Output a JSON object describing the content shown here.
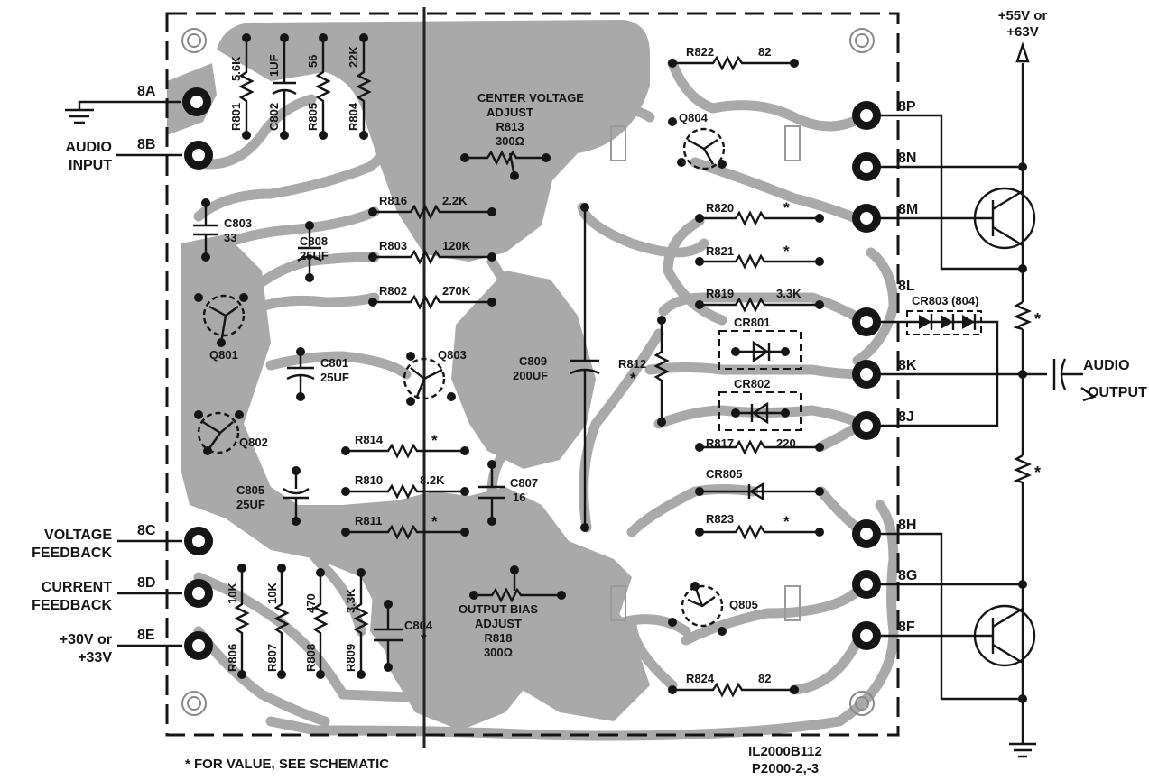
{
  "supply_top": [
    "+55V or",
    "+63V"
  ],
  "footnote": "* FOR VALUE, SEE SCHEMATIC",
  "part_number": [
    "IL2000B112",
    "P2000-2,-3"
  ],
  "left_terminals": [
    {
      "pin": "8A",
      "label": []
    },
    {
      "pin": "8B",
      "label": [
        "AUDIO",
        "INPUT"
      ]
    },
    {
      "pin": "8C",
      "label": [
        "VOLTAGE",
        "FEEDBACK"
      ]
    },
    {
      "pin": "8D",
      "label": [
        "CURRENT",
        "FEEDBACK"
      ]
    },
    {
      "pin": "8E",
      "label": [
        "+30V or",
        "+33V"
      ]
    }
  ],
  "right_terminals": [
    "8P",
    "8N",
    "8M",
    "8L",
    "8K",
    "8J",
    "8H",
    "8G",
    "8F"
  ],
  "audio_output": [
    "AUDIO",
    "OUTPUT"
  ],
  "adjust_labels": {
    "center": [
      "CENTER VOLTAGE",
      "ADJUST",
      "R813",
      "300Ω"
    ],
    "bias": [
      "OUTPUT BIAS",
      "ADJUST",
      "R818",
      "300Ω"
    ]
  },
  "components": {
    "R801": "5.6K",
    "C802": "1UF",
    "R805": "56",
    "R804": "22K",
    "C803": "33",
    "C808": "25UF",
    "R816": "2.2K",
    "R803": "120K",
    "R802": "270K",
    "C801": "25UF",
    "Q801": "Q801",
    "Q802": "Q802",
    "Q803": "Q803",
    "R814": "*",
    "R810": "8.2K",
    "R811": "*",
    "C807": "16",
    "C805": "25UF",
    "R806": "10K",
    "R807": "10K",
    "R808": "470",
    "R809": "3.3K",
    "C804": "*",
    "C809": "200UF",
    "R812": "*",
    "R822": "82",
    "Q804": "Q804",
    "R820": "*",
    "R821": "*",
    "R819": "3.3K",
    "CR801": "CR801",
    "CR802": "CR802",
    "CR803": "CR803 (804)",
    "R817": "220",
    "CR805": "CR805",
    "R823": "*",
    "Q805": "Q805",
    "R824": "82"
  },
  "right_resistors": [
    "*",
    "*"
  ]
}
